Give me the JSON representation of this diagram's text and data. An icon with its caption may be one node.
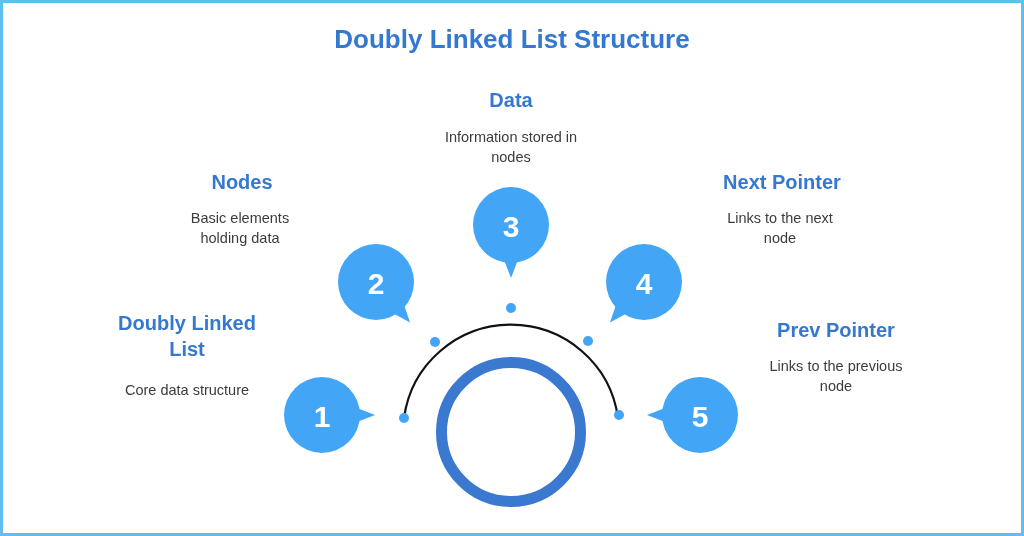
{
  "diagram": {
    "title": "Doubly Linked List Structure",
    "nodes": [
      {
        "text": [
          "1"
        ],
        "beside": [
          "Doubly Linked List",
          "Core data structure"
        ]
      },
      {
        "text": [
          "2"
        ],
        "beside": [
          "Nodes",
          "Basic elements holding data"
        ]
      },
      {
        "text": [
          "3"
        ],
        "beside": [
          "Data",
          "Information stored in nodes"
        ]
      },
      {
        "text": [
          "4"
        ],
        "beside": [
          "Next Pointer",
          "Links to the next node"
        ]
      },
      {
        "text": [
          "5"
        ],
        "beside": [
          "Prev Pointer",
          "Links to the previous node"
        ]
      },
      {
        "text": [],
        "shape": "circle"
      }
    ],
    "edges": []
  }
}
